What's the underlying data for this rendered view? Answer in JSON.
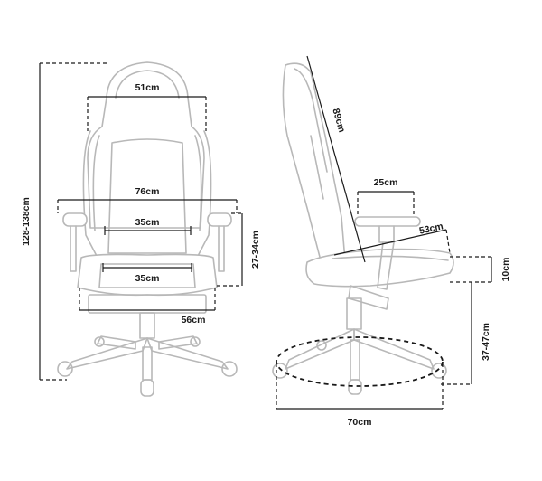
{
  "front_view": {
    "total_height": "128-138cm",
    "backrest_width": "51cm",
    "armrest_span": "76cm",
    "lumbar_width": "35cm",
    "armrest_height": "27-34cm",
    "seat_width": "35cm",
    "seat_depth_base": "56cm"
  },
  "side_view": {
    "backrest_height": "89cm",
    "armrest_length": "25cm",
    "seat_depth": "53cm",
    "seat_thickness": "10cm",
    "seat_height": "37-47cm",
    "base_diameter": "70cm"
  }
}
